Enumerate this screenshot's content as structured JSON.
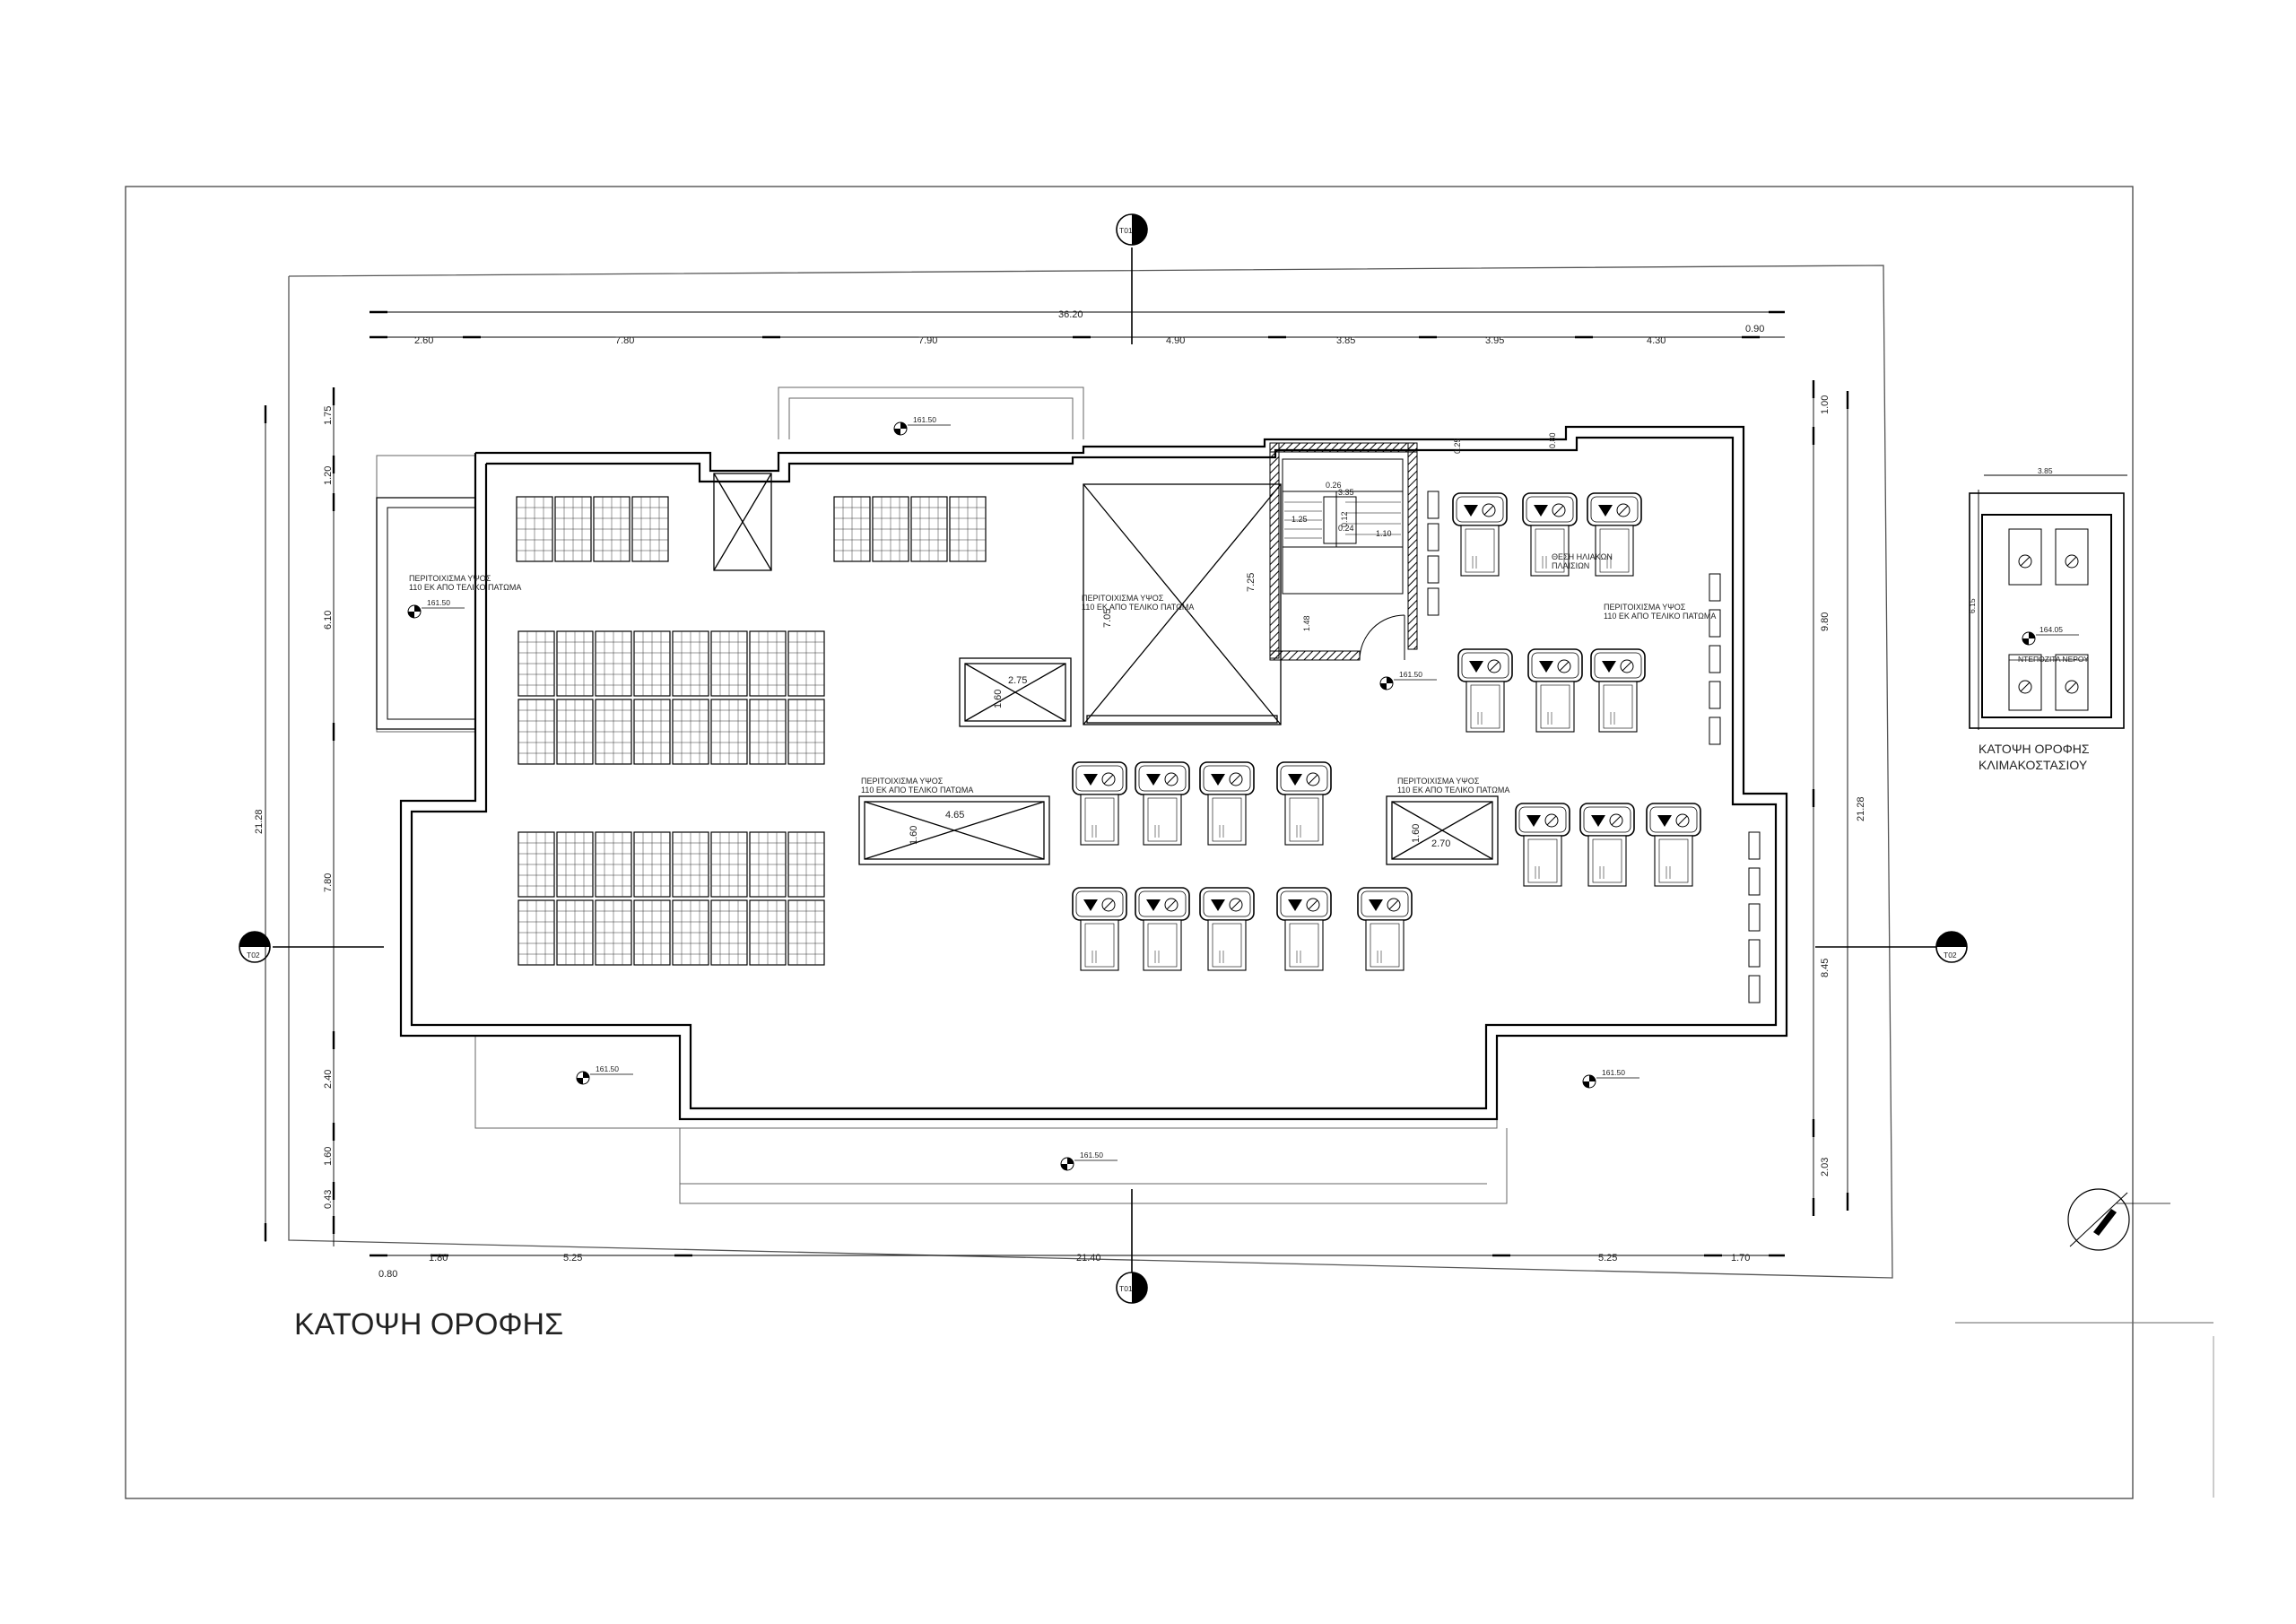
{
  "title": "ΚΑΤΟΨΗ ΟΡΟΦΗΣ",
  "stair_plan_title": [
    "ΚΑΤΟΨΗ ΟΡΟΦΗΣ",
    "ΚΛΙΜΑΚΟΣΤΑΣΙΟΥ"
  ],
  "section_markers": [
    "T01",
    "T01",
    "T02",
    "T02"
  ],
  "top_overall_dimension": "36.20",
  "top_dimensions": [
    "2.60",
    "7.80",
    "7.90",
    "4.90",
    "3.85",
    "3.95",
    "4.30",
    "0.90"
  ],
  "bottom_dimensions": [
    "1.80",
    "5.25",
    "21.40",
    "5.25",
    "1.70"
  ],
  "bottom_small_dimension": "0.80",
  "left_overall_dimension": "21.28",
  "left_dimensions": [
    "1.75",
    "1.20",
    "6.10",
    "7.80",
    "2.40",
    "1.60",
    "0.43"
  ],
  "right_overall_dimension": "21.28",
  "right_dimensions": [
    "1.00",
    "9.80",
    "8.45",
    "2.03"
  ],
  "stair_dimensions": [
    "0.25",
    "0.80",
    "0.26",
    "1.25",
    "3.35",
    "0.12",
    "0.24",
    "1.10",
    "1.48"
  ],
  "void_dimensions": [
    "7.05",
    "7.25",
    "2.75",
    "1.60",
    "4.65",
    "1.60",
    "2.70",
    "1.60"
  ],
  "stair_plan_dimensions": [
    "3.85",
    "6.15"
  ],
  "parapet_note": [
    "ΠΕΡΙΤΟΙΧΙΣΜΑ ΥΨΟΣ",
    "110 ΕΚ ΑΠΟ ΤΕΛΙΚΟ ΠΑΤΩΜΑ"
  ],
  "solar_note": [
    "ΘΕΣΗ ΗΛΙΑΚΩΝ",
    "ΠΛΑΙΣΙΩΝ"
  ],
  "water_note": "ΝΤΕΠΟΖΙΤΑ ΝΕΡΟΥ",
  "levels": [
    "161.50",
    "161.50",
    "161.50",
    "161.50",
    "161.50",
    "161.50",
    "164.05"
  ]
}
